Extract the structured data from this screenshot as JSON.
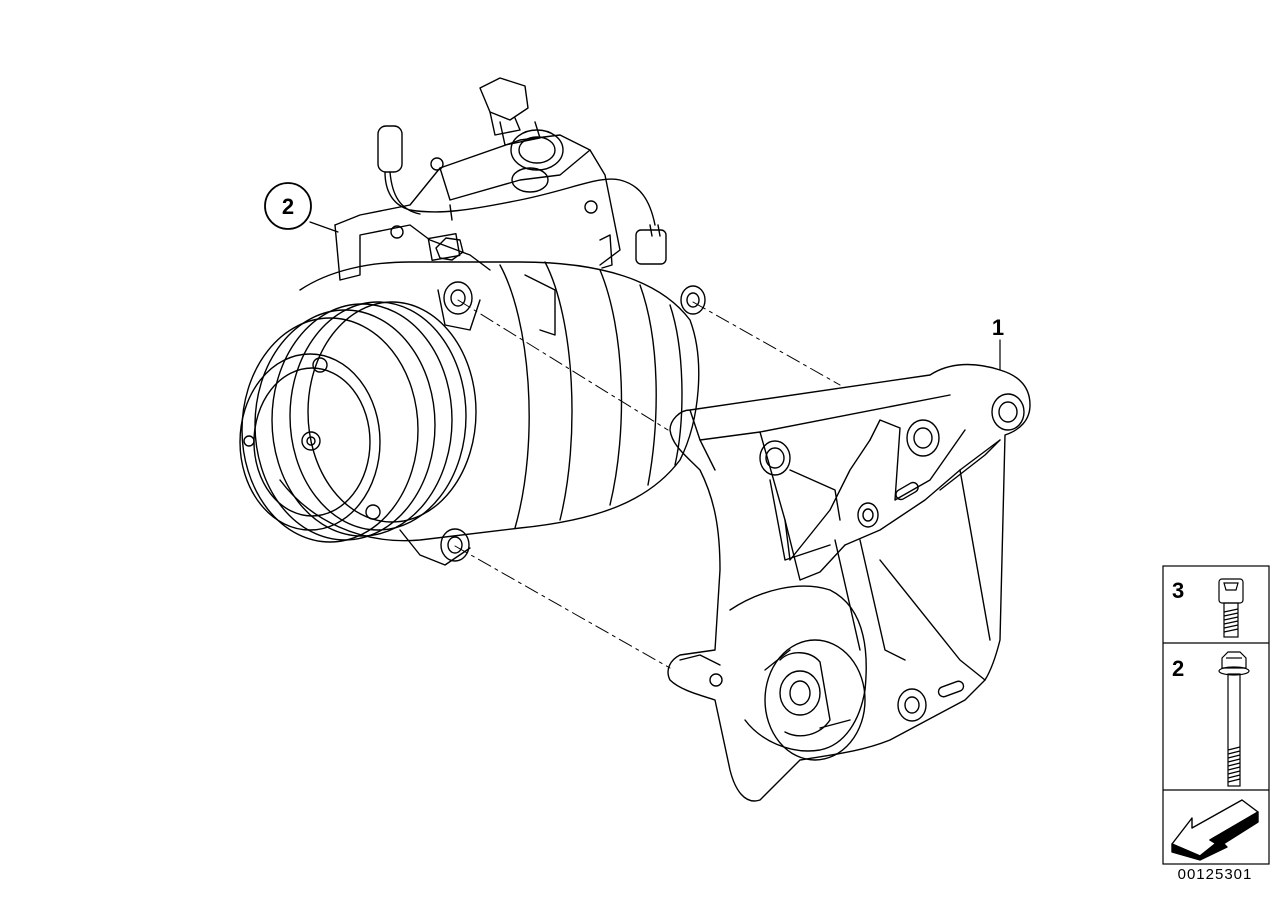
{
  "callouts": {
    "compressor": "2",
    "bracket": "1"
  },
  "legend": {
    "items": [
      {
        "number": "3",
        "icon": "socket-head-bolt-icon"
      },
      {
        "number": "2",
        "icon": "hex-flange-bolt-icon"
      }
    ],
    "nav_icon": "arrow-left-icon"
  },
  "document_number": "00125301",
  "colors": {
    "line": "#000000",
    "background": "#ffffff"
  }
}
